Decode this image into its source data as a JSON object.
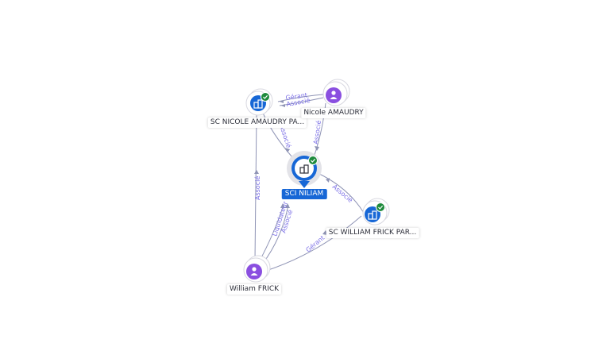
{
  "nodes": {
    "sc_nicole": {
      "label": "SC NICOLE AMAUDRY PA...",
      "kind": "company",
      "icon": "building-icon",
      "verified": true
    },
    "nicole": {
      "label": "Nicole AMAUDRY",
      "kind": "person",
      "icon": "person-icon"
    },
    "sci_niliam": {
      "label": "SCI NILIAM",
      "kind": "company-main",
      "icon": "building-icon",
      "verified": true
    },
    "sc_william": {
      "label": "SC WILLIAM FRICK PAR...",
      "kind": "company",
      "icon": "building-icon",
      "verified": true
    },
    "william": {
      "label": "William FRICK",
      "kind": "person",
      "icon": "person-icon"
    }
  },
  "edges": {
    "nicole_scnicole_gerant": "Gérant",
    "nicole_scnicole_associe": "Associé",
    "scnicole_sciniliam": "Associé",
    "nicole_sciniliam": "Associé",
    "scwilliam_sciniliam": "Associé",
    "william_scnicole": "Associé",
    "william_sciniliam_liquidateur": "Liquidateur",
    "william_sciniliam_associe": "Associé",
    "william_scwilliam": "Gérant"
  },
  "colors": {
    "company_blue": "#1767d6",
    "person_purple": "#8a4fe0",
    "verified_green": "#1e8a3c",
    "edge_gray": "#8f94b5",
    "edge_label": "#7a6ee6"
  }
}
